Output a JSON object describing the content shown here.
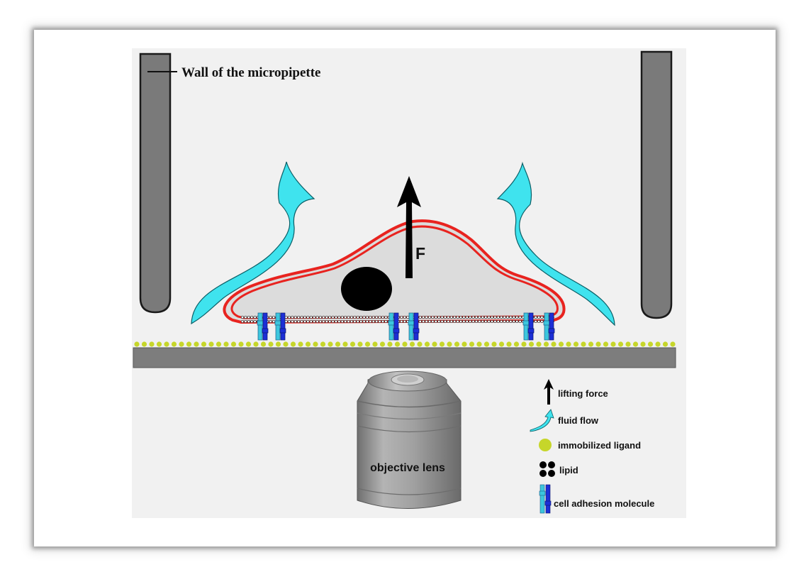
{
  "labels": {
    "wall": "Wall of the micropipette",
    "force": "F",
    "objective": "objective lens"
  },
  "legend": {
    "lifting_force": "lifting force",
    "fluid_flow": "fluid flow",
    "immobilized_ligand": "immobilized ligand",
    "lipid": "lipid",
    "cell_adhesion_molecule": "cell adhesion molecule"
  },
  "colors": {
    "pipette": "#7a7a7a",
    "substrate": "#7d7d7d",
    "ligand": "#c6d62a",
    "membrane": "#e8231f",
    "cytoplasm": "#dcdcdc",
    "flow": "#3fe3ee",
    "adhesion_light": "#3cc6dd",
    "adhesion_dark": "#1c2fd6",
    "lens": "#9a9a9a"
  }
}
